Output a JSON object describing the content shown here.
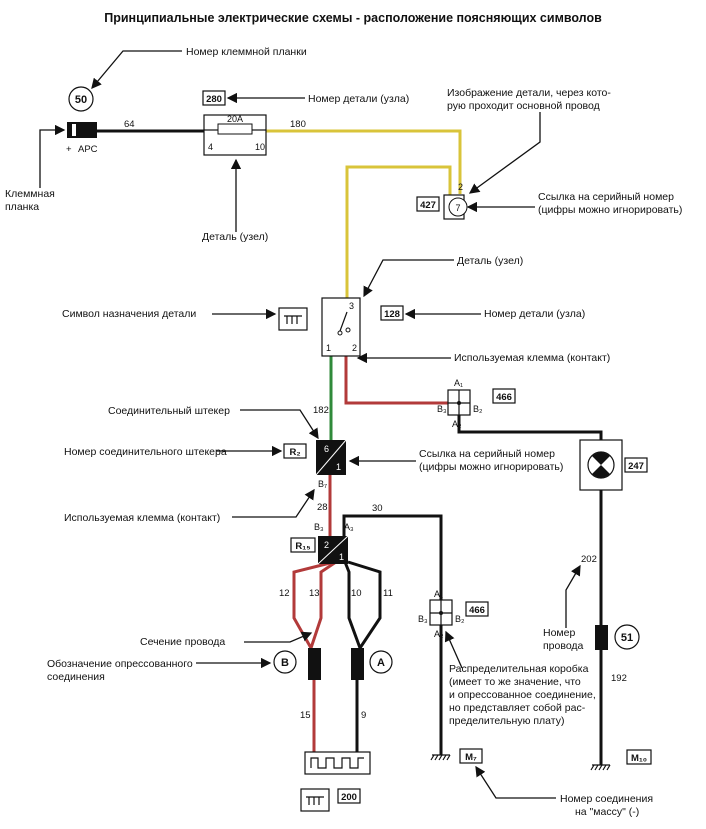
{
  "title": "Принципиальные электрические схемы - расположение поясняющих символов",
  "annotations": {
    "terminal_block_number": "Номер клеммной планки",
    "part_number_1": "Номер детали (узла)",
    "part_image_1": "Изображение детали, через кото-",
    "part_image_2": "рую проходит основной провод",
    "terminal_block_1": "Клеммная",
    "terminal_block_2": "планка",
    "serial_ref_1_a": "Ссылка на серийный номер",
    "serial_ref_1_b": "(цифры можно игнорировать)",
    "part_unit_1": "Деталь (узел)",
    "part_unit_2": "Деталь (узел)",
    "part_purpose_symbol": "Символ назначения детали",
    "part_number_2": "Номер детали (узла)",
    "used_terminal_1": "Используемая клемма (контакт)",
    "connector_plug": "Соединительный штекер",
    "connector_number": "Номер соединительного штекера",
    "serial_ref_2_a": "Ссылка на серийный номер",
    "serial_ref_2_b": "(цифры можно игнорировать)",
    "used_terminal_2": "Используемая клемма (контакт)",
    "wire_section": "Сечение провода",
    "crimp_1": "Обозначение опрессованного",
    "crimp_2": "соединения",
    "wire_number_1": "Номер",
    "wire_number_2": "провода",
    "junction_box_1": "Распределительная коробка",
    "junction_box_2": "(имеет то же значение, что",
    "junction_box_3": "и опрессованное соединение,",
    "junction_box_4": "но представляет собой рас-",
    "junction_box_5": "пределительную плату)",
    "ground_1": "Номер соединения",
    "ground_2": "на \"массу\" (-)"
  },
  "components": {
    "terminal_block_circle": "50",
    "apc_label": "APC",
    "apc_plus": "+",
    "fuse_box_number": "280",
    "fuse_rating": "20A",
    "fuse_pin_left": "4",
    "fuse_pin_right": "10",
    "part_427": "427",
    "part_427_inner": "7",
    "part_427_pin": "2",
    "switch_number": "128",
    "switch_pin_3": "3",
    "switch_pin_1": "1",
    "switch_pin_2": "2",
    "junction_top_number": "466",
    "junction_top_a1": "A₁",
    "junction_top_a2": "A₂",
    "junction_top_b3": "B₃",
    "junction_top_b2": "B₂",
    "lamp_number": "247",
    "connector_r2": "R₂",
    "connector_r2_pin6": "6",
    "connector_r2_pin1": "1",
    "connector_b7": "B₇",
    "connector_r15": "R₁₅",
    "connector_r15_pin2": "2",
    "connector_r15_pin1": "1",
    "connector_b3": "B₃",
    "connector_a3": "A₃",
    "crimp_b": "B",
    "crimp_a": "A",
    "junction_bottom_number": "466",
    "junction_bottom_a1": "A₁",
    "junction_bottom_a2": "A₂",
    "junction_bottom_b3": "B₃",
    "junction_bottom_b2": "B₂",
    "circle_51": "51",
    "ground_m7": "M₇",
    "ground_m10": "M₁₀",
    "bottom_part": "200"
  },
  "wires": {
    "w64": "64",
    "w180": "180",
    "w182": "182",
    "w28": "28",
    "w30": "30",
    "w12": "12",
    "w13": "13",
    "w10": "10",
    "w11": "11",
    "w15": "15",
    "w9": "9",
    "w202": "202",
    "w192": "192"
  },
  "colors": {
    "wire_black": "#111111",
    "wire_yellow": "#d9c43a",
    "wire_green": "#2f8a3a",
    "wire_red": "#b23a3a"
  }
}
